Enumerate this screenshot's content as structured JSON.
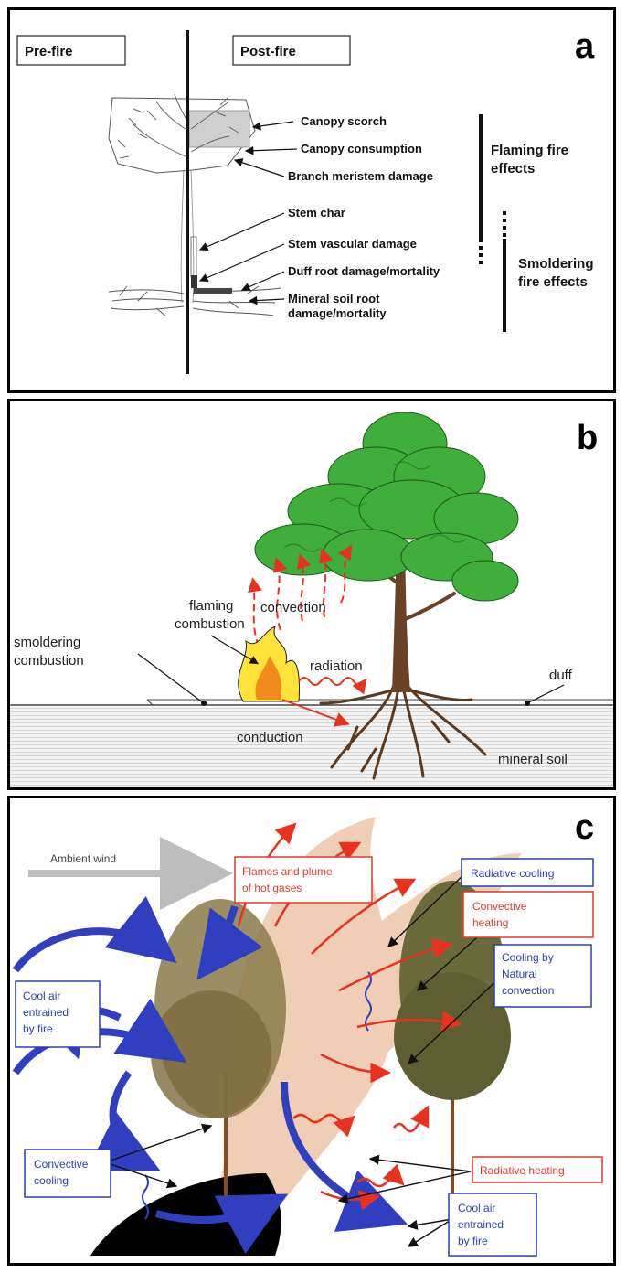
{
  "panel_a": {
    "letter": "a",
    "pre_fire": "Pre-fire",
    "post_fire": "Post-fire",
    "labels": {
      "canopy_scorch": "Canopy scorch",
      "canopy_consumption": "Canopy consumption",
      "branch_meristem": "Branch meristem damage",
      "stem_char": "Stem char",
      "stem_vascular": "Stem vascular damage",
      "duff_root": "Duff root damage/mortality",
      "mineral_soil_1": "Mineral soil root",
      "mineral_soil_2": "damage/mortality"
    },
    "flaming_1": "Flaming fire",
    "flaming_2": "effects",
    "smoldering_1": "Smoldering",
    "smoldering_2": "fire effects"
  },
  "panel_b": {
    "letter": "b",
    "smoldering_1": "smoldering",
    "smoldering_2": "combustion",
    "flaming_1": "flaming",
    "flaming_2": "combustion",
    "convection": "convection",
    "radiation": "radiation",
    "conduction": "conduction",
    "duff": "duff",
    "mineral_soil": "mineral soil"
  },
  "panel_c": {
    "letter": "c",
    "ambient_wind": "Ambient wind",
    "flames_1": "Flames and plume",
    "flames_2": "of hot gases",
    "radiative_cooling": "Radiative cooling",
    "convective_heating_1": "Convective",
    "convective_heating_2": "heating",
    "cooling_natural_1": "Cooling by",
    "cooling_natural_2": "Natural",
    "cooling_natural_3": "convection",
    "cool_air_left_1": "Cool air",
    "cool_air_left_2": "entrained",
    "cool_air_left_3": "by fire",
    "convective_cooling_1": "Convective",
    "convective_cooling_2": "cooling",
    "radiative_heating": "Radiative heating",
    "cool_air_right_1": "Cool air",
    "cool_air_right_2": "entrained",
    "cool_air_right_3": "by fire"
  },
  "colors": {
    "red_label": "#e03a2a",
    "blue_label": "#2b3fb0",
    "foliage_green": "#3fae3a",
    "arrow_red": "#e8311f",
    "arrow_blue": "#2f3fc0"
  }
}
